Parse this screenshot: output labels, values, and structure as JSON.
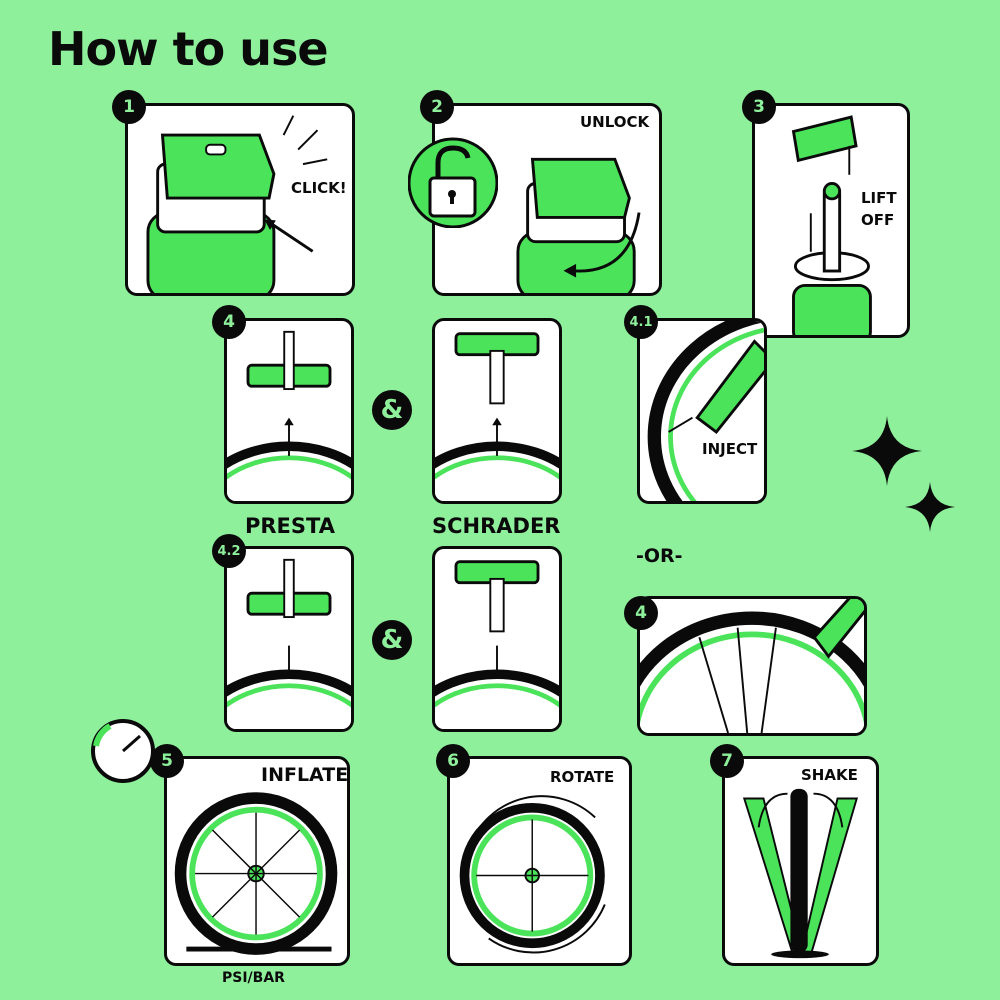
{
  "title": "How to use",
  "steps": {
    "s1": {
      "badge": "1",
      "label": "CLICK!"
    },
    "s2": {
      "badge": "2",
      "label": "UNLOCK"
    },
    "s3": {
      "badge": "3",
      "label_line1": "LIFT",
      "label_line2": "OFF"
    },
    "s4": {
      "badge": "4"
    },
    "s41": {
      "badge": "4.1",
      "label": "INJECT"
    },
    "s42": {
      "badge": "4.2"
    },
    "s4b": {
      "badge": "4"
    },
    "s5": {
      "badge": "5",
      "label": "INFLATE",
      "gauge_label": "PSI/BAR"
    },
    "s6": {
      "badge": "6",
      "label": "ROTATE"
    },
    "s7": {
      "badge": "7",
      "label": "SHAKE"
    }
  },
  "valves": {
    "presta": "PRESTA",
    "schrader": "SCHRADER"
  },
  "joiner": "&",
  "or_label": "-OR-",
  "colors": {
    "background": "#8ff09c",
    "accent": "#4be35a",
    "ink": "#0a0a0a",
    "panel": "#ffffff"
  }
}
